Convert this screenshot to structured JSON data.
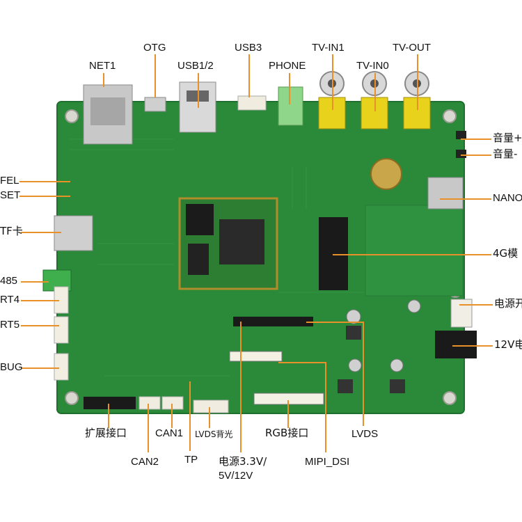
{
  "board": {
    "pcb_color": "#2a8a3a",
    "pcb_dark": "#1d6b2b",
    "leader_color": "#e8912a"
  },
  "labels": {
    "net1": "NET1",
    "otg": "OTG",
    "usb12": "USB1/2",
    "usb3": "USB3",
    "phone": "PHONE",
    "tvin1": "TV-IN1",
    "tvin0": "TV-IN0",
    "tvout": "TV-OUT",
    "vol_up": "音量+",
    "vol_down": "音量-",
    "nano": "NANO",
    "fel": "FEL",
    "reset": "SET",
    "tf": "TF卡",
    "m4g": "4G模",
    "rs485": "485",
    "uart4": "RT4",
    "uart5": "RT5",
    "debug": "BUG",
    "power_sw": "电源开",
    "dc12v": "12V电",
    "ext_header": "扩展接口",
    "can1": "CAN1",
    "can2": "CAN2",
    "lvds_bl": "LVDS背光",
    "tp": "TP",
    "rgb": "RGB接口",
    "power_v1": "电源3.3V/",
    "power_v2": "5V/12V",
    "mipi": "MIPI_DSI",
    "lvds": "LVDS"
  }
}
